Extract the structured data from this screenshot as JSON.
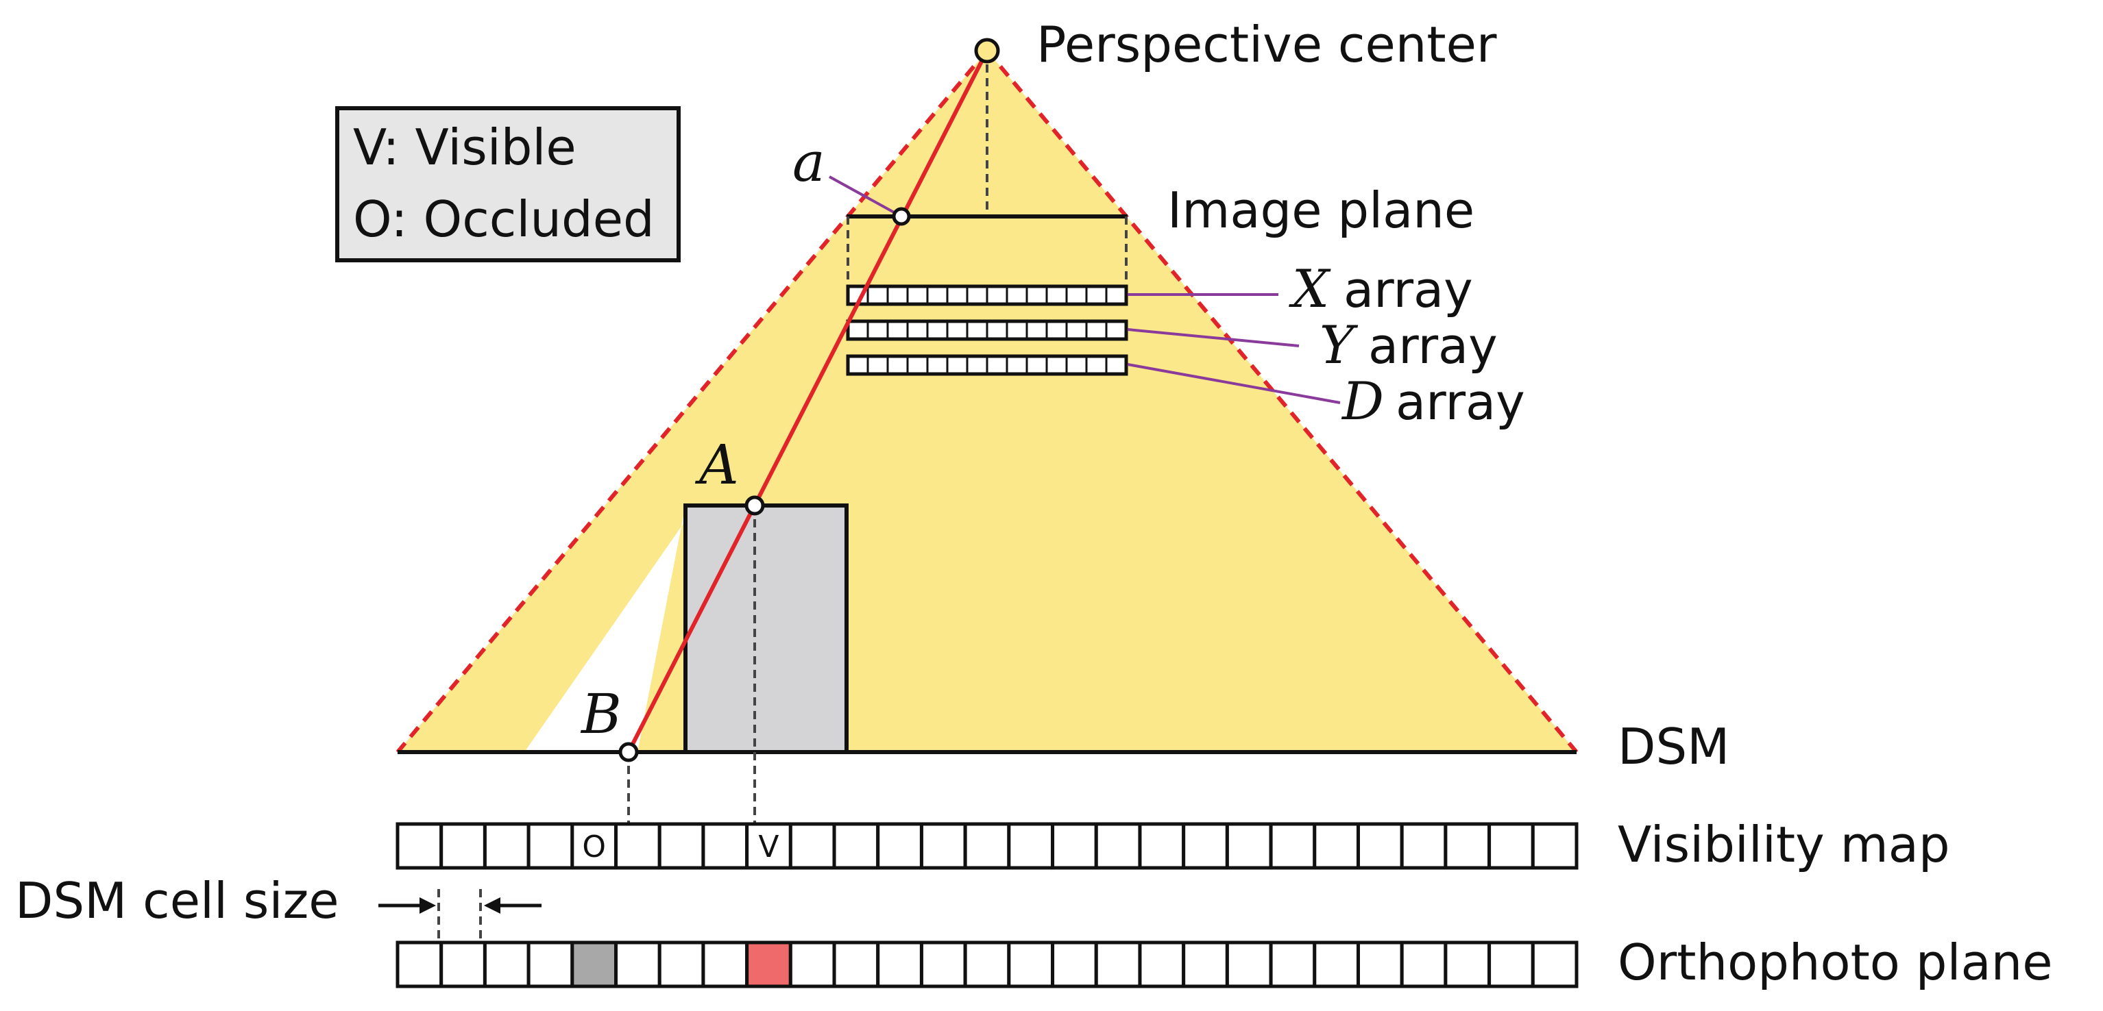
{
  "legend": {
    "visible": "V:  Visible",
    "occluded": "O: Occluded"
  },
  "labels": {
    "perspective_center": "Perspective center",
    "image_plane": "Image plane",
    "x_var": "X",
    "x_array": "array",
    "y_var": "Y",
    "y_array": "array",
    "d_var": "D",
    "d_array": "array",
    "point_a_image": "a",
    "point_A": "A",
    "point_B": "B",
    "dsm": "DSM",
    "visibility_map": "Visibility map",
    "dsm_cell_size": "DSM cell size",
    "orthophoto_plane": "Orthophoto plane"
  },
  "visibility_map": {
    "cell_count": 27,
    "marks": {
      "4": "O",
      "8": "V"
    }
  },
  "orthophoto": {
    "cell_count": 27,
    "filled": {
      "4": "occluded",
      "8": "visible"
    }
  },
  "colors": {
    "view_fill": "#fbe88a",
    "view_edge": "#e0242a",
    "ray": "#e0242a",
    "building": "#d4d4d6",
    "leader": "#8a3a9a",
    "legend_bg": "#e6e6e6",
    "occluded_cell": "#a8a8a8",
    "visible_cell": "#ef6a6a",
    "perspective_point": "#fbe88a"
  }
}
